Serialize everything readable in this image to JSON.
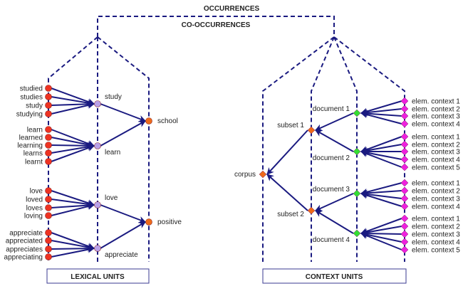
{
  "colors": {
    "line": "#1a1a80",
    "dash": "#1a1a80",
    "word_node": "#ee3322",
    "lemma_node": "#b9a0e8",
    "category_node": "#ee6a1a",
    "elem_node": "#ee22dd",
    "document_node": "#33dd33",
    "subset_node": "#ee6a1a",
    "box_border": "#3a3a90"
  },
  "headers": {
    "occurrences": "OCCURRENCES",
    "co_occurrences": "CO-OCCURRENCES"
  },
  "lexical": {
    "box_label": "LEXICAL UNITS",
    "groups": [
      {
        "category": "school",
        "lemmas": [
          {
            "label": "study",
            "forms": [
              "studied",
              "studies",
              "study",
              "studying"
            ]
          },
          {
            "label": "learn",
            "forms": [
              "learn",
              "learned",
              "learning",
              "learns",
              "learnt"
            ]
          }
        ]
      },
      {
        "category": "positive",
        "lemmas": [
          {
            "label": "love",
            "forms": [
              "love",
              "loved",
              "loves",
              "loving"
            ]
          },
          {
            "label": "appreciate",
            "forms": [
              "appreciate",
              "appreciated",
              "appreciates",
              "appreciating"
            ]
          }
        ]
      }
    ]
  },
  "context": {
    "box_label": "CONTEXT UNITS",
    "corpus": "corpus",
    "subsets": [
      {
        "label": "subset 1",
        "documents": [
          {
            "label": "document 1",
            "elements": [
              "elem. context 1",
              "elem. context 2",
              "elem. context 3",
              "elem. context 4"
            ]
          },
          {
            "label": "document 2",
            "elements": [
              "elem. context 1",
              "elem. context 2",
              "elem. context 3",
              "elem. context 4",
              "elem. context 5"
            ]
          }
        ]
      },
      {
        "label": "subset 2",
        "documents": [
          {
            "label": "document 3",
            "elements": [
              "elem. context 1",
              "elem. context 2",
              "elem. context 3",
              "elem. context 4"
            ]
          },
          {
            "label": "document 4",
            "elements": [
              "elem. context 1",
              "elem. context 2",
              "elem. context 3",
              "elem. context 4",
              "elem. context 5"
            ]
          }
        ]
      }
    ]
  }
}
